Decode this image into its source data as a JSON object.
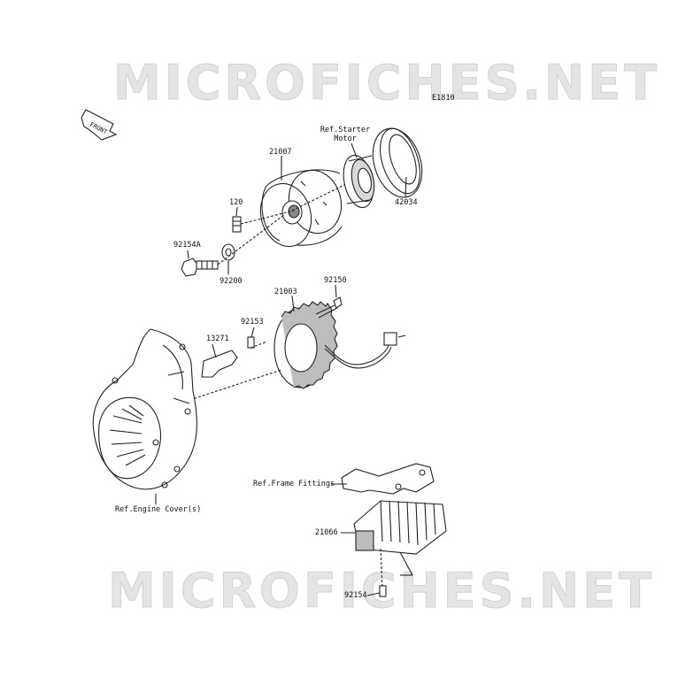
{
  "watermark": {
    "text": "MICROFICHES.NET",
    "color": "#e4e4e4"
  },
  "diagram_code": "E1810",
  "front_indicator": "FRONT",
  "parts": {
    "flywheel": "21007",
    "bolt_120": "120",
    "bolt_92154a": "92154A",
    "washer": "92200",
    "starter_clutch_ref": "Ref.Starter Motor",
    "gear_42034": "42034",
    "stator": "21003",
    "bolt_92150": "92150",
    "bolt_92153": "92153",
    "holder_13271": "13271",
    "engine_cover_ref": "Ref.Engine Cover(s)",
    "frame_fittings_ref": "Ref.Frame Fittings",
    "regulator": "21066",
    "bolt_92154": "92154"
  },
  "colors": {
    "line": "#222222",
    "fill": "#ffffff",
    "shade": "#bdbdbd",
    "dark": "#555555"
  }
}
